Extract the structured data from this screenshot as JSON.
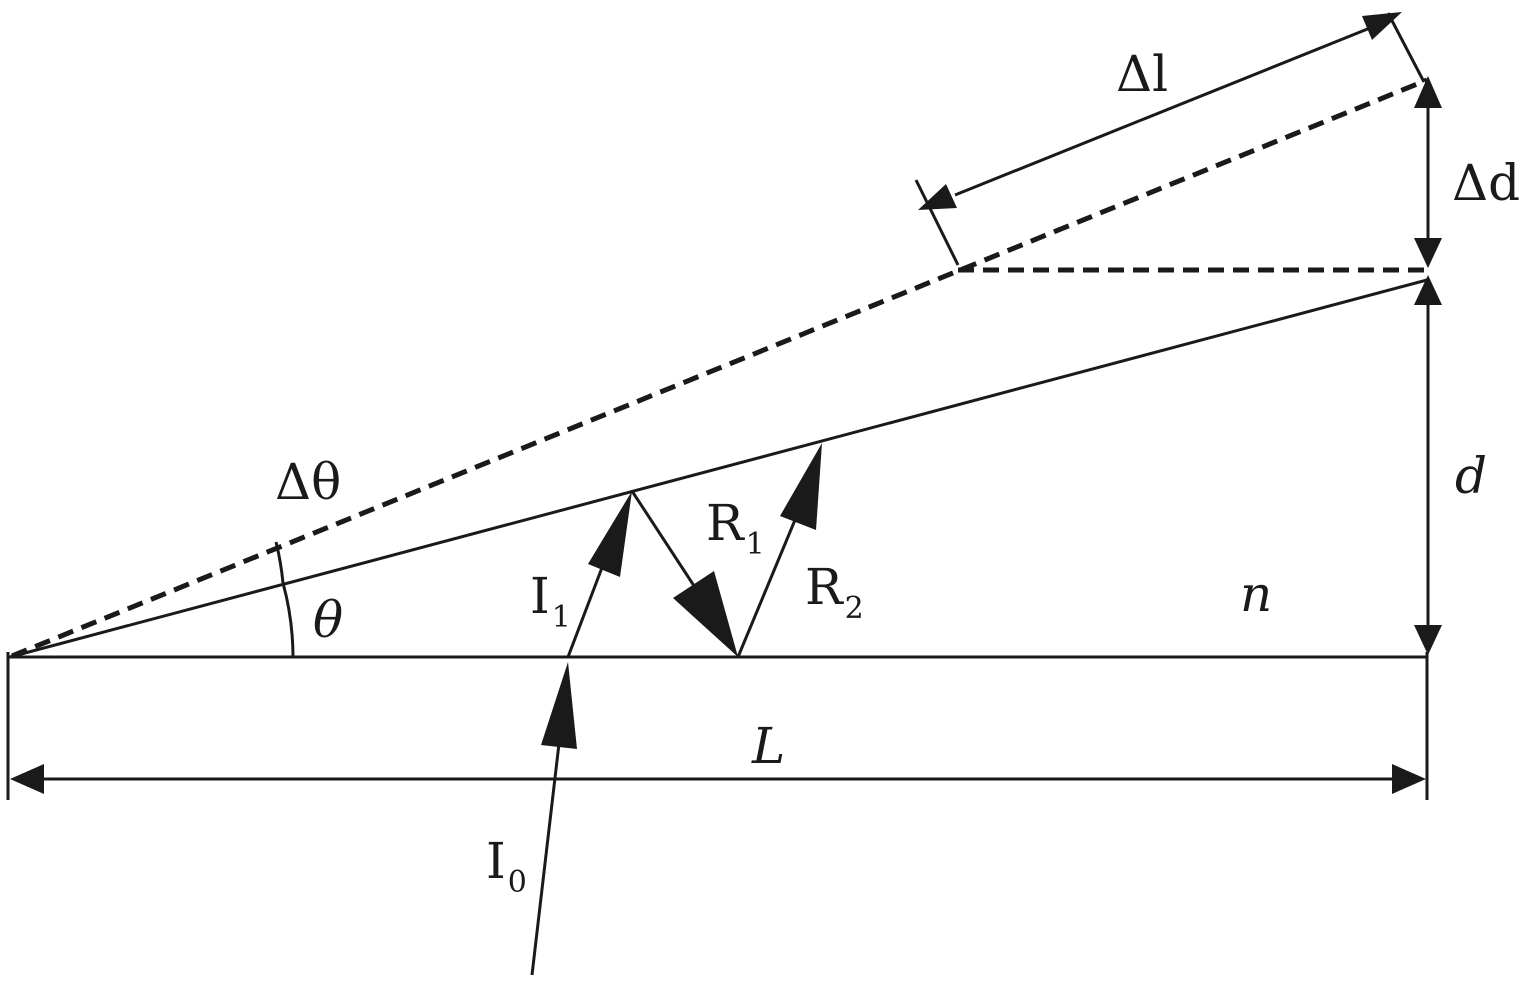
{
  "labels": {
    "delta_l": "Δl",
    "delta_d": "Δd",
    "d": "d",
    "delta_theta": "Δθ",
    "theta": "θ",
    "n": "n",
    "L": "L",
    "I1_main": "I",
    "I1_sub": "1",
    "I0_main": "I",
    "I0_sub": "0",
    "R1_main": "R",
    "R1_sub": "1",
    "R2_main": "R",
    "R2_sub": "2"
  }
}
